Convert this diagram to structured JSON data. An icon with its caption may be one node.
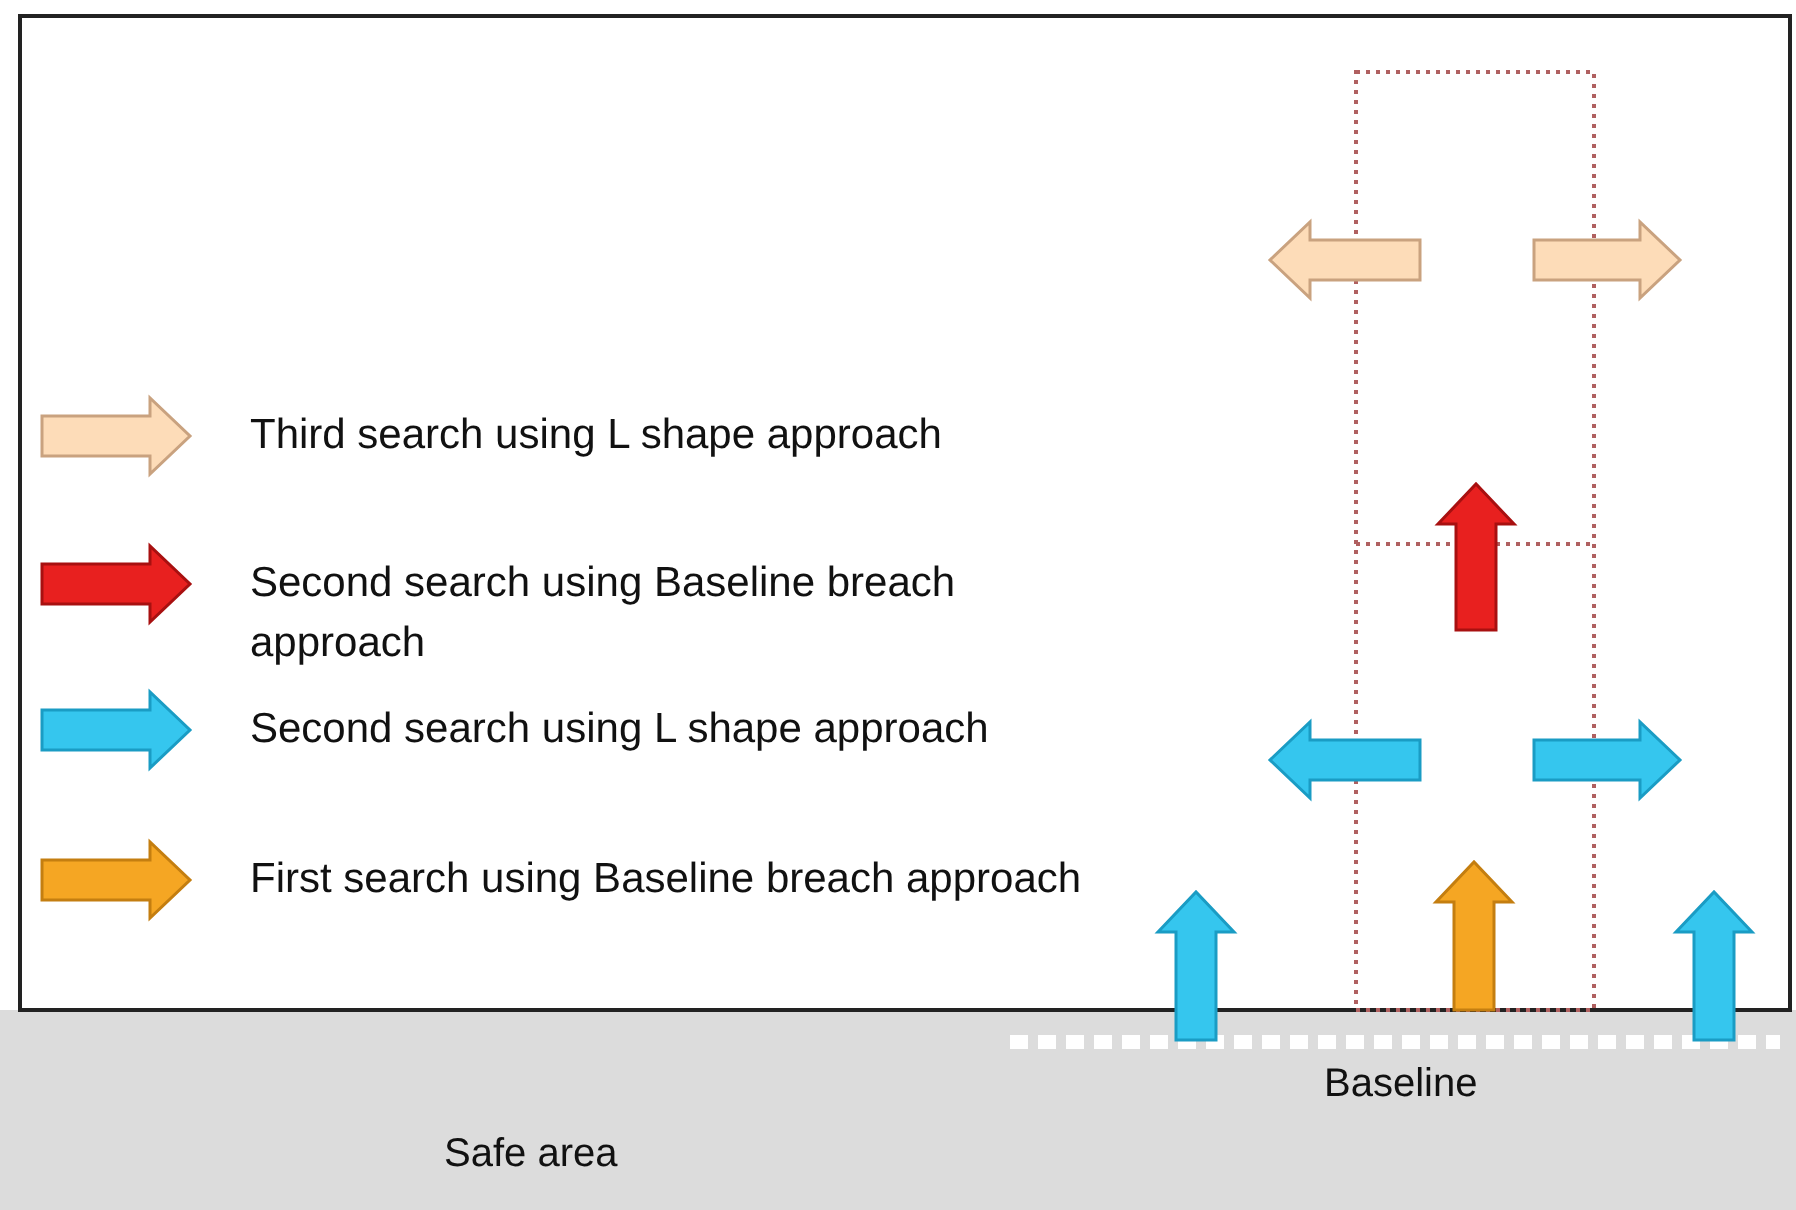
{
  "diagram": {
    "labels": [
      "Baseline",
      "Safe area"
    ],
    "legend": [
      {
        "text": "Third search using L shape approach",
        "color": "#fddcb8"
      },
      {
        "text": "Second search using Baseline breach approach",
        "color": "#e8201f"
      },
      {
        "text": "Second search using L shape approach",
        "color": "#35c6ee"
      },
      {
        "text": "First search using Baseline breach approach",
        "color": "#f5a623"
      }
    ]
  }
}
